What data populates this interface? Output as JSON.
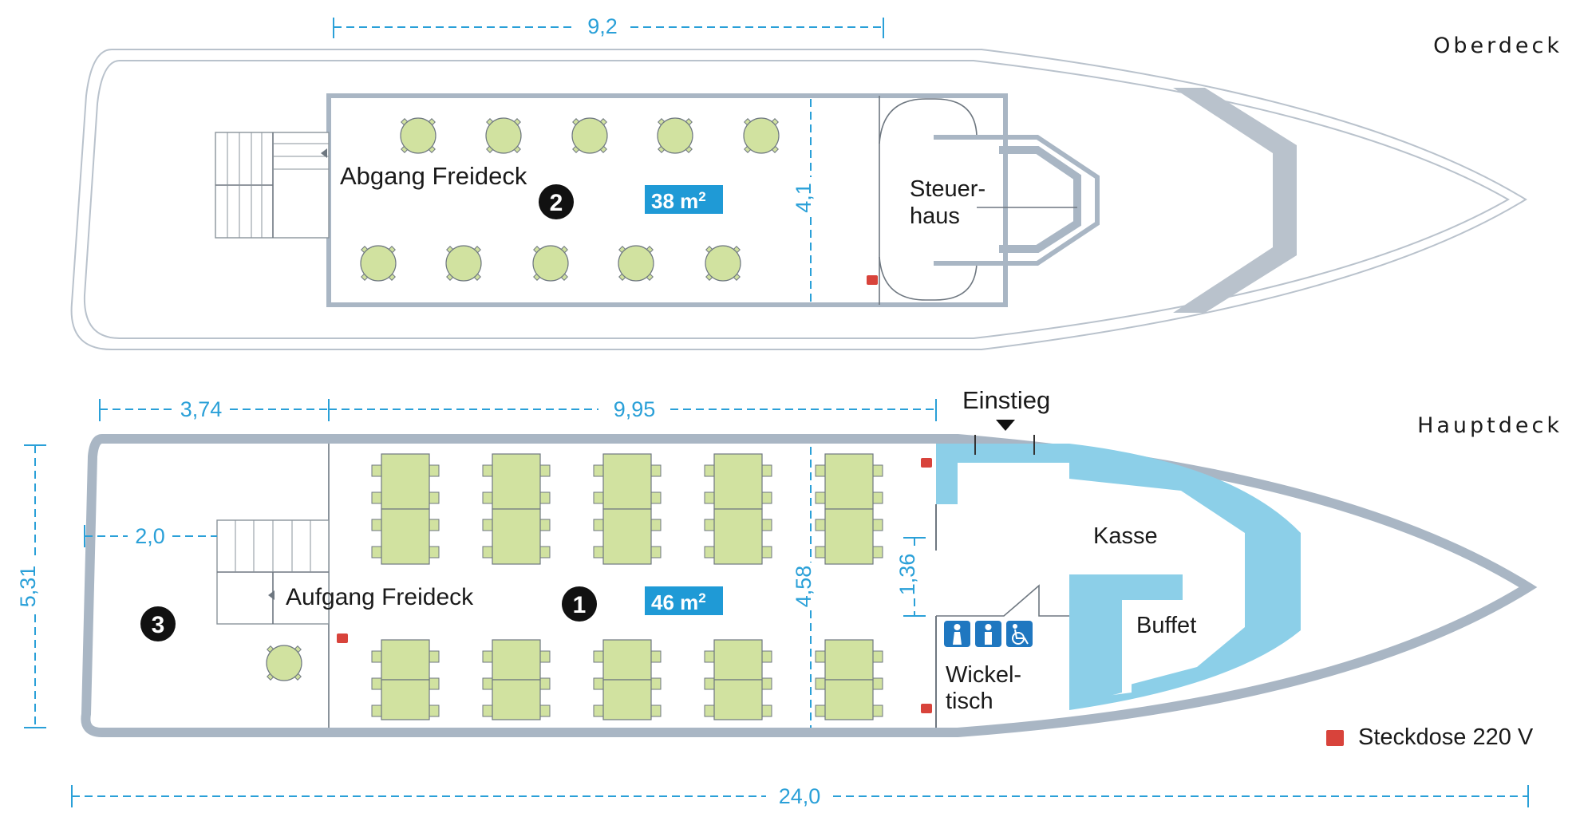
{
  "decks": {
    "upper": "Oberdeck",
    "main": "Hauptdeck"
  },
  "labels": {
    "abgang": "Abgang Freideck",
    "aufgang": "Aufgang Freideck",
    "steuer1": "Steuer-",
    "steuer2": "haus",
    "kasse": "Kasse",
    "buffet": "Buffet",
    "wickel1": "Wickel-",
    "wickel2": "tisch",
    "einstieg": "Einstieg"
  },
  "areas": {
    "upper": {
      "number": "2",
      "size": "38 m",
      "exp": "2"
    },
    "main": {
      "number": "1",
      "size": "46 m",
      "exp": "2"
    },
    "aft": {
      "number": "3"
    }
  },
  "dimensions": {
    "top_width": "9,2",
    "upper_depth": "4,1",
    "aft_length": "3,74",
    "main_length": "9,95",
    "beam": "5,31",
    "stair_offset": "2,0",
    "main_depth": "4,58",
    "partition": "1,36",
    "total_length": "24,0"
  },
  "legend": {
    "socket": "Steckdose 220 V",
    "socket_color": "#d8433b"
  },
  "colors": {
    "dimension": "#2aa0d8",
    "table": "#d1e2a0",
    "service": "#8ccfe8",
    "wall": "#a9b6c4",
    "label_bg": "#1f9ad6"
  },
  "icons": [
    "woman-icon",
    "man-icon",
    "wheelchair-icon"
  ]
}
